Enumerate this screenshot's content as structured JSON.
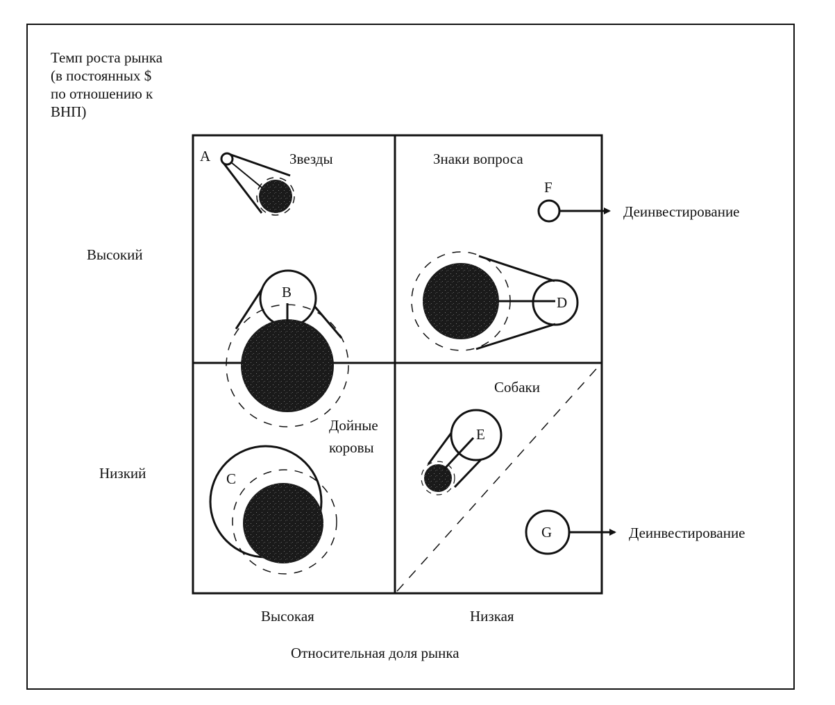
{
  "y_axis": {
    "title_lines": [
      "Темп роста рынка",
      "(в постоянных $",
      "по отношению к",
      "ВНП)"
    ],
    "high": "Высокий",
    "low": "Низкий"
  },
  "x_axis": {
    "title": "Относительная доля рынка",
    "high": "Высокая",
    "low": "Низкая"
  },
  "quadrants": {
    "stars": "Звезды",
    "question_marks": "Знаки вопроса",
    "cash_cows_line1": "Дойные",
    "cash_cows_line2": "коровы",
    "dogs": "Собаки"
  },
  "businesses": {
    "A": "A",
    "B": "B",
    "C": "C",
    "D": "D",
    "E": "E",
    "F": "F",
    "G": "G"
  },
  "arrows": {
    "F_action": "Деинвестирование",
    "G_action": "Деинвестирование"
  },
  "colors": {
    "ink": "#111111",
    "fill_dark": "#1a1a1a",
    "background": "#ffffff"
  }
}
